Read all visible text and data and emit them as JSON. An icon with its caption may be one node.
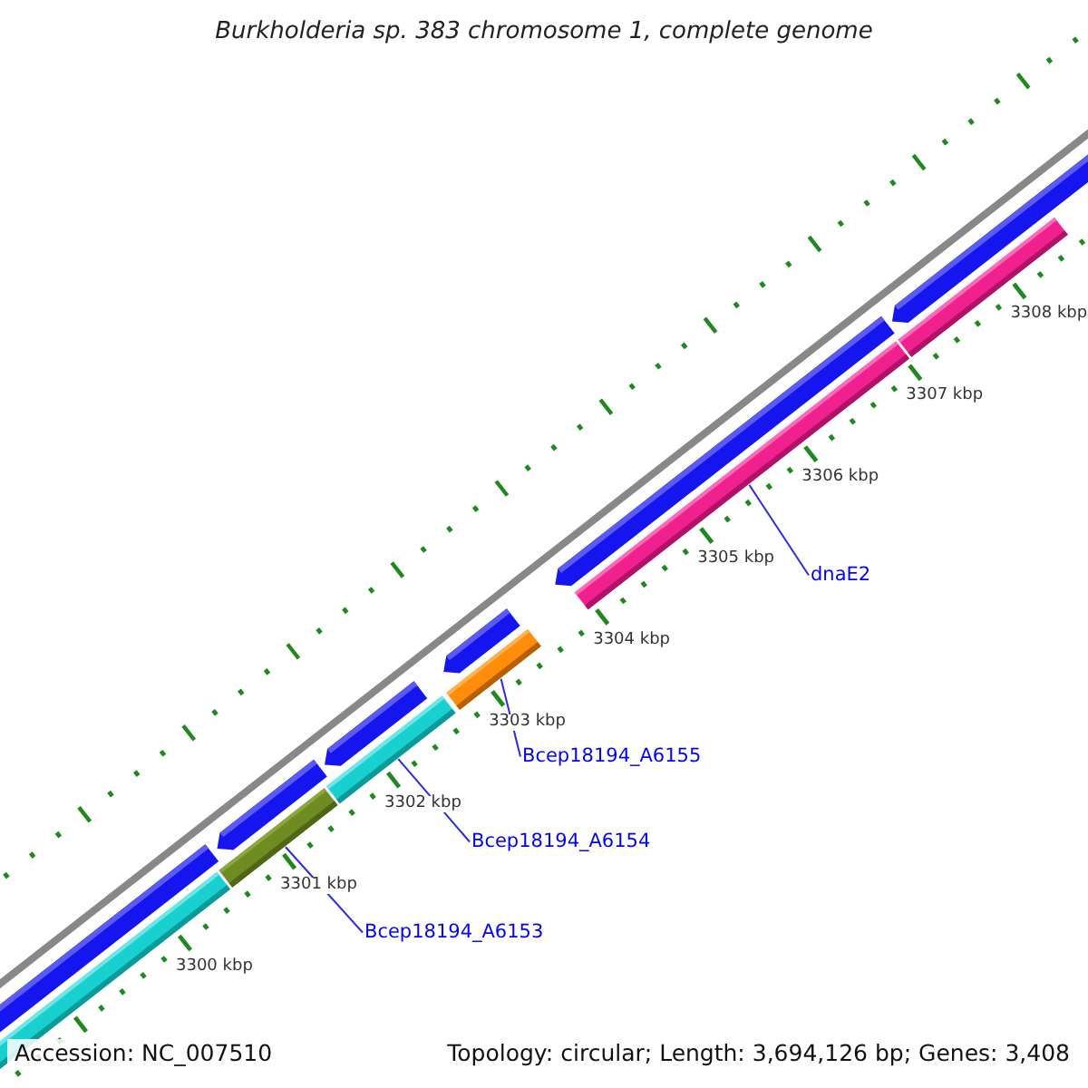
{
  "diagram": {
    "title": "Burkholderia sp. 383 chromosome 1, complete genome",
    "nodes": [
      {
        "text": [
          "dnaE2"
        ]
      },
      {
        "text": [
          "Bcep18194_A6155"
        ]
      },
      {
        "text": [
          "Bcep18194_A6154"
        ]
      },
      {
        "text": [
          "Bcep18194_A6153"
        ]
      },
      {
        "text": [],
        "shape": "bar"
      },
      {
        "text": [],
        "shape": "bar"
      },
      {
        "text": [],
        "shape": "bar"
      },
      {
        "text": [],
        "shape": "bar"
      }
    ],
    "edges": [
      {
        "from": 0,
        "to": 7,
        "arrow": "none"
      },
      {
        "from": 1,
        "to": 6,
        "arrow": "none"
      },
      {
        "from": 2,
        "to": 5,
        "arrow": "none"
      },
      {
        "from": 3,
        "to": 4,
        "arrow": "none"
      }
    ],
    "labels": [
      "3308 kbp",
      "3307 kbp",
      "3306 kbp",
      "3305 kbp",
      "3304 kbp",
      "3303 kbp",
      "3302 kbp",
      "3301 kbp",
      "3300 kbp",
      "Accession: NC_007510",
      "Topology: circular; Length: 3,694,126 bp; Genes: 3,408"
    ]
  }
}
